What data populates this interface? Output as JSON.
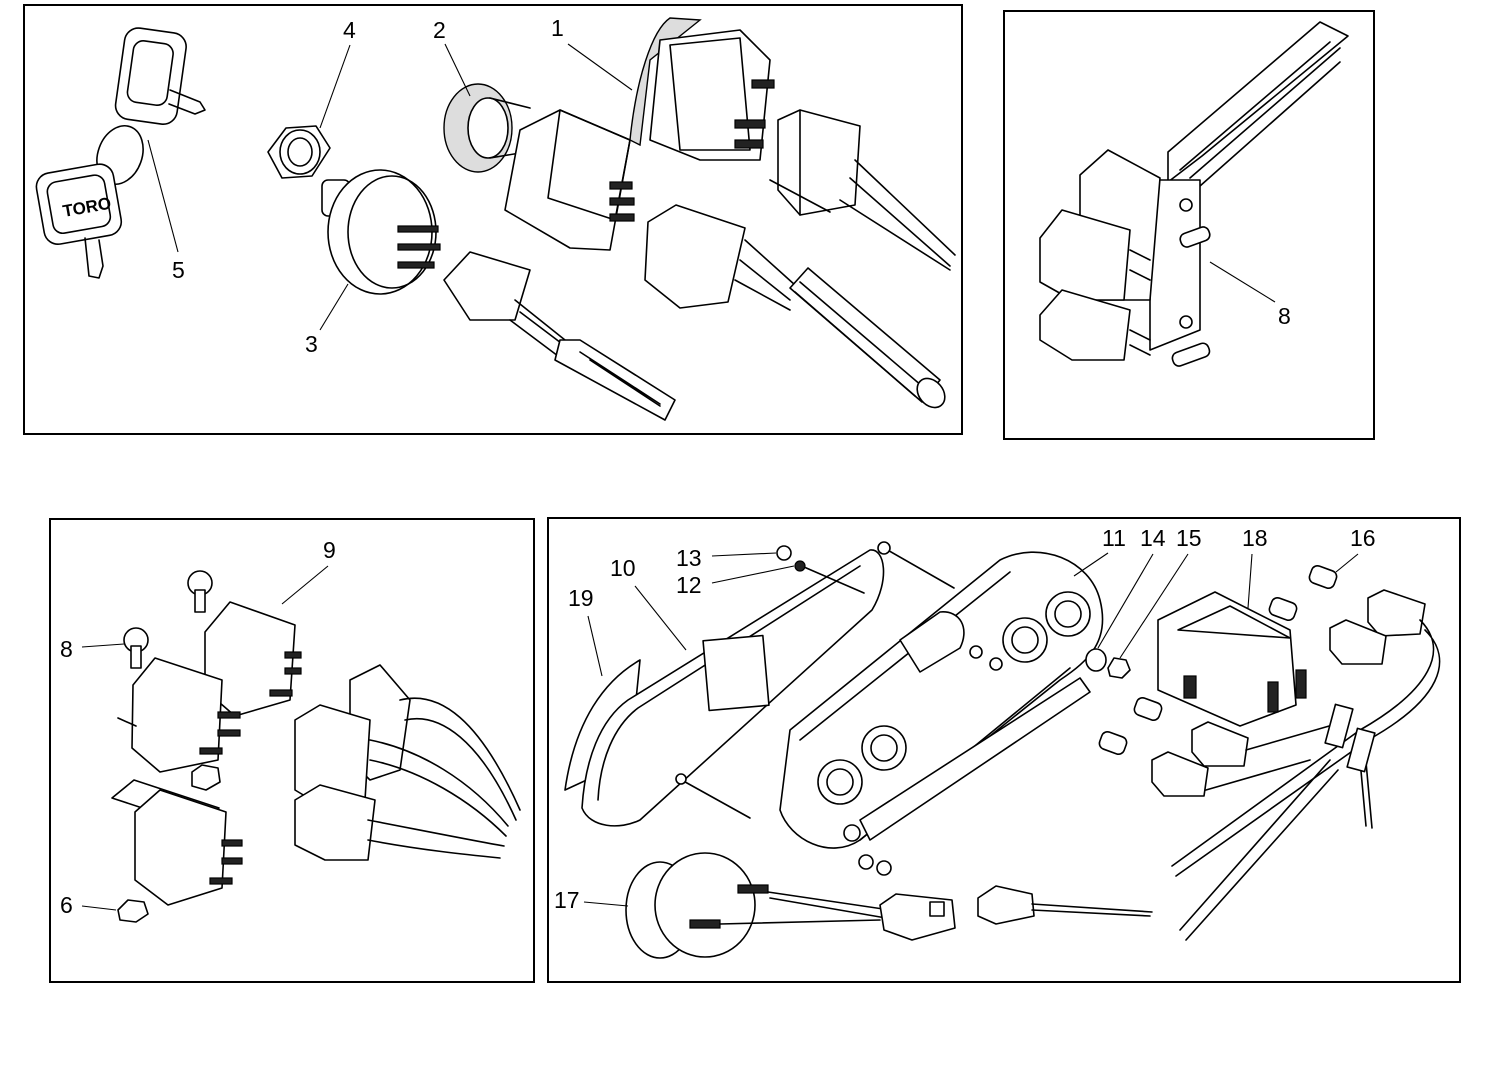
{
  "panels": [
    {
      "id": "top-left"
    },
    {
      "id": "top-right"
    },
    {
      "id": "bottom-left"
    },
    {
      "id": "bottom-right"
    }
  ],
  "callouts": {
    "c1": "1",
    "c2": "2",
    "c3": "3",
    "c4": "4",
    "c5": "5",
    "c8a": "8",
    "c9": "9",
    "c8b": "8",
    "c6": "6",
    "c10": "10",
    "c11": "11",
    "c12": "12",
    "c13": "13",
    "c14": "14",
    "c15": "15",
    "c16": "16",
    "c17": "17",
    "c18": "18",
    "c19": "19"
  },
  "key_logo": "TORO"
}
